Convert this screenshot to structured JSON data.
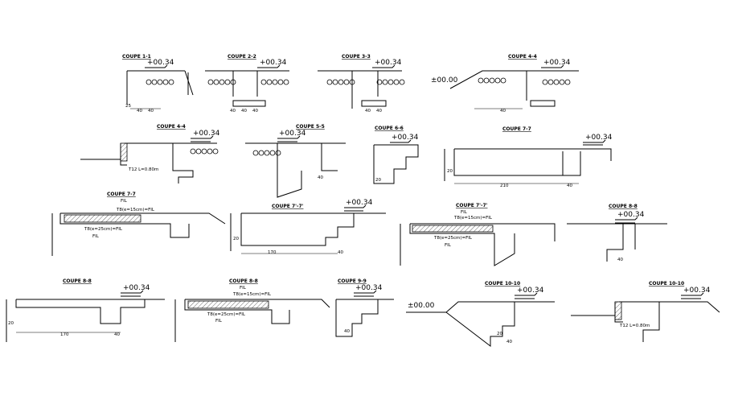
{
  "drawing": {
    "sections": [
      {
        "title": "COUPE 1-1",
        "level": "+00.34",
        "dims": [
          "25",
          "40",
          "40"
        ]
      },
      {
        "title": "COUPE 2-2",
        "level": "+00.34",
        "dims": [
          "40",
          "40",
          "40"
        ]
      },
      {
        "title": "COUPE 3-3",
        "level": "+00.34",
        "dims": [
          "40",
          "40"
        ]
      },
      {
        "title": "COUPE 4-4",
        "level": "+00.34",
        "level2": "±00.00",
        "dims": [
          "40"
        ]
      },
      {
        "title": "COUPE 4-4",
        "level": "+00.34",
        "note": "T12 L=0.80m"
      },
      {
        "title": "COUPE 5-5",
        "level": "+00.34",
        "dims": [
          "40"
        ]
      },
      {
        "title": "COUPE 6-6",
        "level": "+00.34",
        "dims": [
          "20"
        ]
      },
      {
        "title": "COUPE 7-7",
        "level": "+00.34",
        "dims": [
          "20",
          "210",
          "40"
        ]
      },
      {
        "title": "COUPE 7-7",
        "labels": [
          "FIL",
          "T8(e=15cm)=FIL",
          "T8(e=25cm)=FIL",
          "FIL"
        ]
      },
      {
        "title": "COUPE 7'-7'",
        "level": "+00.34",
        "dims": [
          "20",
          "170",
          "40"
        ]
      },
      {
        "title": "COUPE 7'-7'",
        "labels": [
          "FIL",
          "T8(e=15cm)=FIL",
          "T8(e=25cm)=FIL",
          "FIL"
        ]
      },
      {
        "title": "COUPE 8-8",
        "level": "+00.34",
        "dims": [
          "40"
        ]
      },
      {
        "title": "COUPE 8-8",
        "level": "+00.34",
        "dims": [
          "20",
          "170",
          "40"
        ]
      },
      {
        "title": "COUPE 8-8",
        "labels": [
          "FIL",
          "T8(e=15cm)=FIL",
          "T8(e=25cm)=FIL",
          "FIL"
        ]
      },
      {
        "title": "COUPE 9-9",
        "level": "+00.34",
        "dims": [
          "40"
        ]
      },
      {
        "title": "COUPE 10-10",
        "level": "+00.34",
        "level2": "±00.00",
        "dims": [
          "20",
          "40"
        ]
      },
      {
        "title": "COUPE 10-10",
        "level": "+00.34",
        "note": "T12 L=0.80m"
      }
    ]
  }
}
